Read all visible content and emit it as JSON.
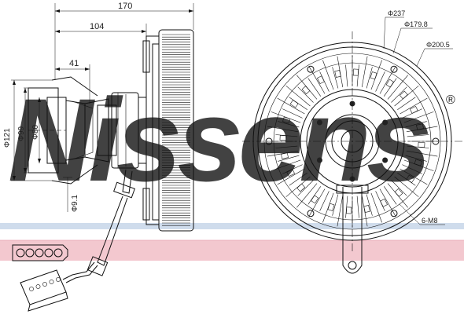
{
  "brand": {
    "watermark_text": "Nissens",
    "watermark_color": "#b8cbe3",
    "stripe_color": "#f3c8cf",
    "registered_mark": "®"
  },
  "side_view": {
    "dimensions": {
      "overall_length": "170",
      "hub_length": "104",
      "flange_length": "41",
      "outer_diameter": "Φ121",
      "pilot_diameter_1": "Φ99",
      "pilot_diameter_2": "Φ80",
      "bolt_hole": "Φ9.1"
    }
  },
  "front_view": {
    "dimensions": {
      "fan_diameter": "Φ237",
      "bolt_circle": "Φ179.8",
      "flange_diameter": "Φ200.5",
      "thread": "6-M8"
    }
  },
  "connector": {
    "pin_count": 5
  }
}
